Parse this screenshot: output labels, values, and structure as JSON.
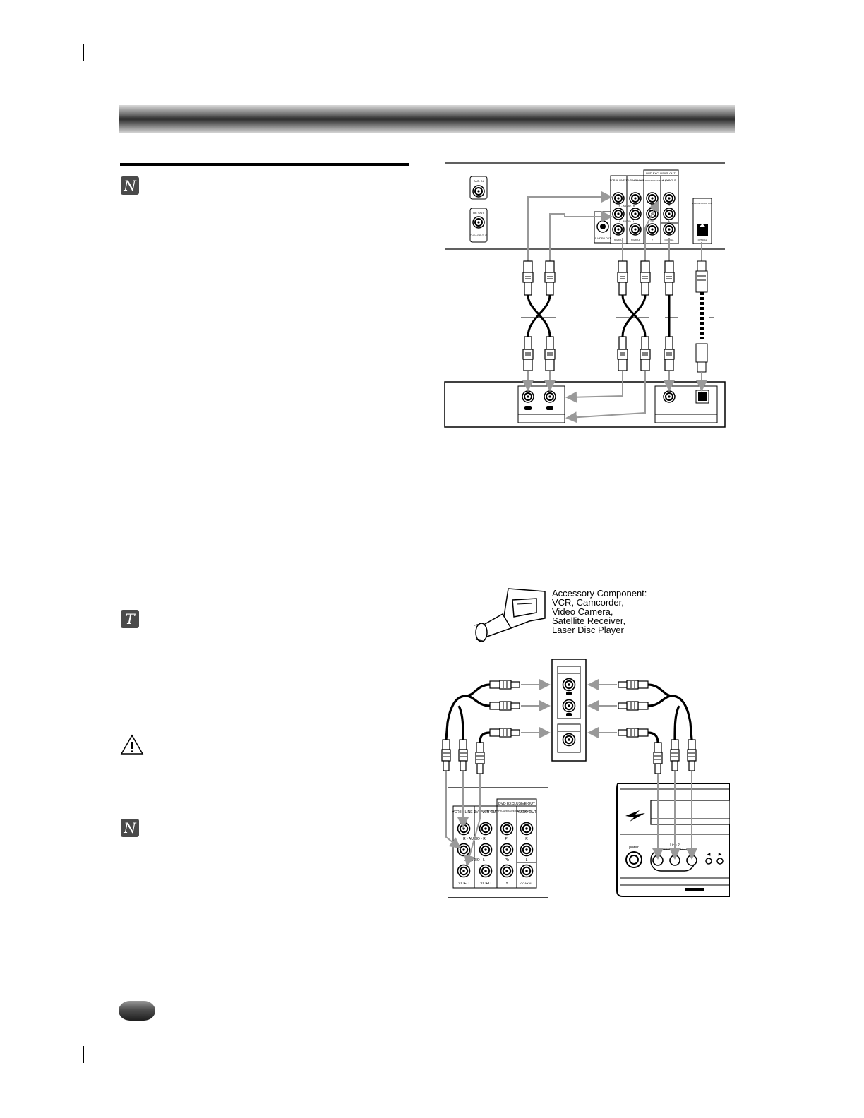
{
  "icons": {
    "note_1": "N",
    "tip": "T",
    "note_2": "N",
    "warning": "warning-triangle-icon"
  },
  "diagram_top": {
    "ant_in": "ANT. IN",
    "rf_out": "RF. OUT",
    "rf_out_sub": "DVD/VCR OUT",
    "vcr_in": "VCR IN LINE 1",
    "dvd_vcr_out": "DVD/VCR OUT",
    "dvd_exclusive_out": "DVD EXCLUSIVE OUT",
    "component": "COMPONENT PROGRESSIVE SCAN (VIDEO)",
    "audio_out": "AUDIO OUT",
    "r_audio_r": "R - AUDIO - R",
    "l_audio_l": "L - AUDIO - L",
    "video": "VIDEO",
    "video2": "VIDEO",
    "pr": "Pr",
    "pb": "Pb",
    "y": "Y",
    "r": "R",
    "l": "L",
    "coaxial": "COAXIAL",
    "s_video_out": "S-VIDEO OUT",
    "digital_audio_out": "DIGITAL AUDIO OUT",
    "optical": "OPTICAL"
  },
  "diagram_bottom": {
    "accessory_lines": [
      "Accessory Component:",
      "VCR, Camcorder,",
      "Video Camera,",
      "Satellite Receiver,",
      "Laser Disc Player"
    ],
    "dvd_exclusive_out": "DVD EXCLUSIVE OUT",
    "vcr_in": "VCR IN LINE 1",
    "dvd_vcr_out": "DVD/VCR OUT",
    "component": "COMPONENT PROGRESSIVE SCAN (VIDEO)",
    "audio_out": "AUDIO OUT",
    "r_audio_r": "R - AUDIO - R",
    "l_audio_l": "L - AUDIO - L",
    "video": "VIDEO",
    "video2": "VIDEO",
    "pr": "Pr",
    "pb": "Pb",
    "y": "Y",
    "r": "R",
    "l": "L",
    "coaxial": "COAXIAL",
    "power": "power",
    "line2": "Line 2",
    "front_jacks": "VIDEO - AUDIO L - R"
  }
}
